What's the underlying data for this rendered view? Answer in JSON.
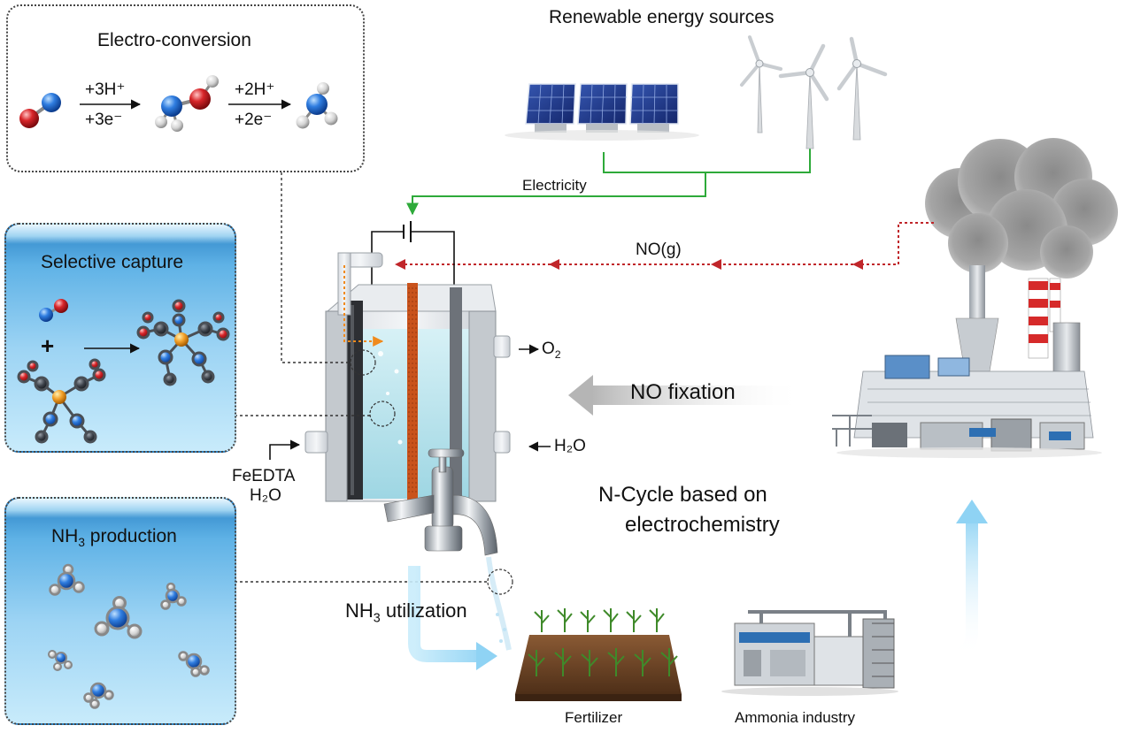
{
  "panels": {
    "electro_conversion": {
      "title": "Electro-conversion",
      "step1_top": "+3H⁺",
      "step1_bottom": "+3e⁻",
      "step2_top": "+2H⁺",
      "step2_bottom": "+2e⁻"
    },
    "selective_capture": {
      "title": "Selective capture",
      "plus": "+"
    },
    "nh3_production": {
      "title_main": "NH",
      "title_sub": "3",
      "title_rest": " production"
    }
  },
  "energy": {
    "title": "Renewable energy sources",
    "electricity": "Electricity"
  },
  "flows": {
    "no_gas": "NO(g)",
    "o2_main": "O",
    "o2_sub": "2",
    "h2o_out": "H₂O",
    "feed_line1": "FeEDTA",
    "feed_line2": "H₂O",
    "no_fixation": "NO fixation",
    "n_cycle_line1": "N-Cycle based on",
    "n_cycle_line2": "electrochemistry",
    "nh3_util_main": "NH",
    "nh3_util_sub": "3",
    "nh3_util_rest": " utilization"
  },
  "outputs": {
    "fertilizer": "Fertilizer",
    "ammonia_industry": "Ammonia industry"
  },
  "colors": {
    "electricity_line": "#2eaa3a",
    "no_arrow": "#c0262a",
    "flow_arrow": "#8fd3f4",
    "fixation_arrow": "#bdbdbd",
    "membrane": "#c9531c",
    "water": "#5fb2e6"
  }
}
